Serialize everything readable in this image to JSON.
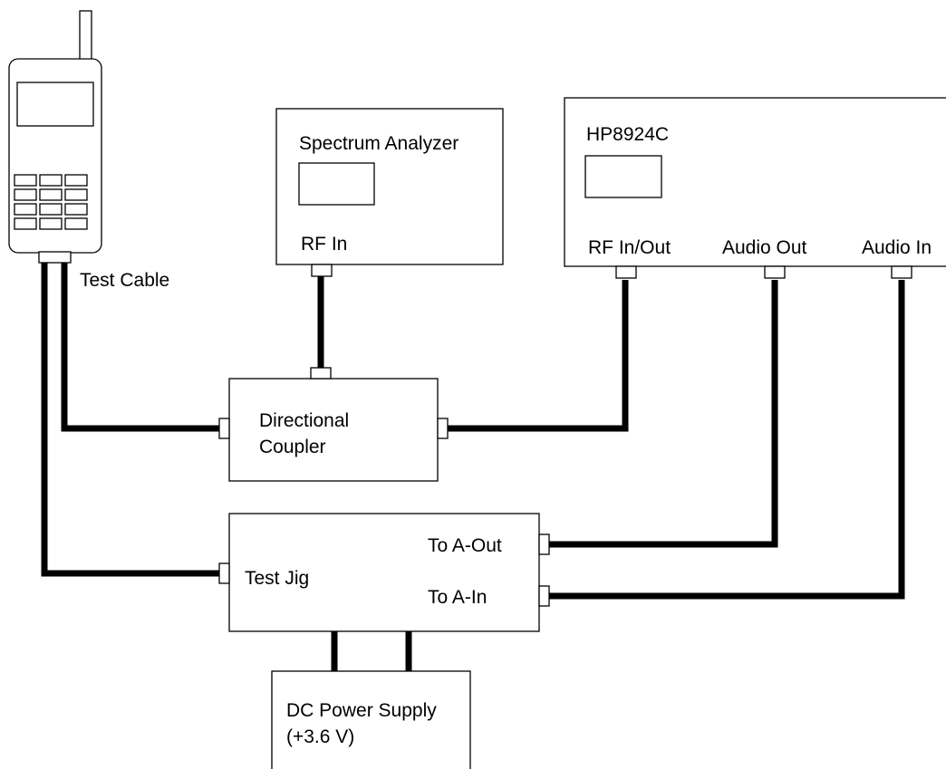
{
  "phone": {
    "keypad_rows": 4,
    "keypad_cols": 3
  },
  "labels": {
    "test_cable": "Test Cable",
    "spectrum_analyzer": "Spectrum Analyzer",
    "sa_rf_in": "RF In",
    "hp_title": "HP8924C",
    "hp_rf_inout": "RF In/Out",
    "hp_audio_out": "Audio Out",
    "hp_audio_in": "Audio In",
    "coupler_line1": "Directional",
    "coupler_line2": "Coupler",
    "to_a_out": "To A-Out",
    "to_a_in": "To A-In",
    "test_jig": "Test Jig",
    "psu_line1": "DC Power Supply",
    "psu_line2": "(+3.6 V)"
  },
  "colors": {
    "stroke": "#000000",
    "background": "#ffffff"
  }
}
